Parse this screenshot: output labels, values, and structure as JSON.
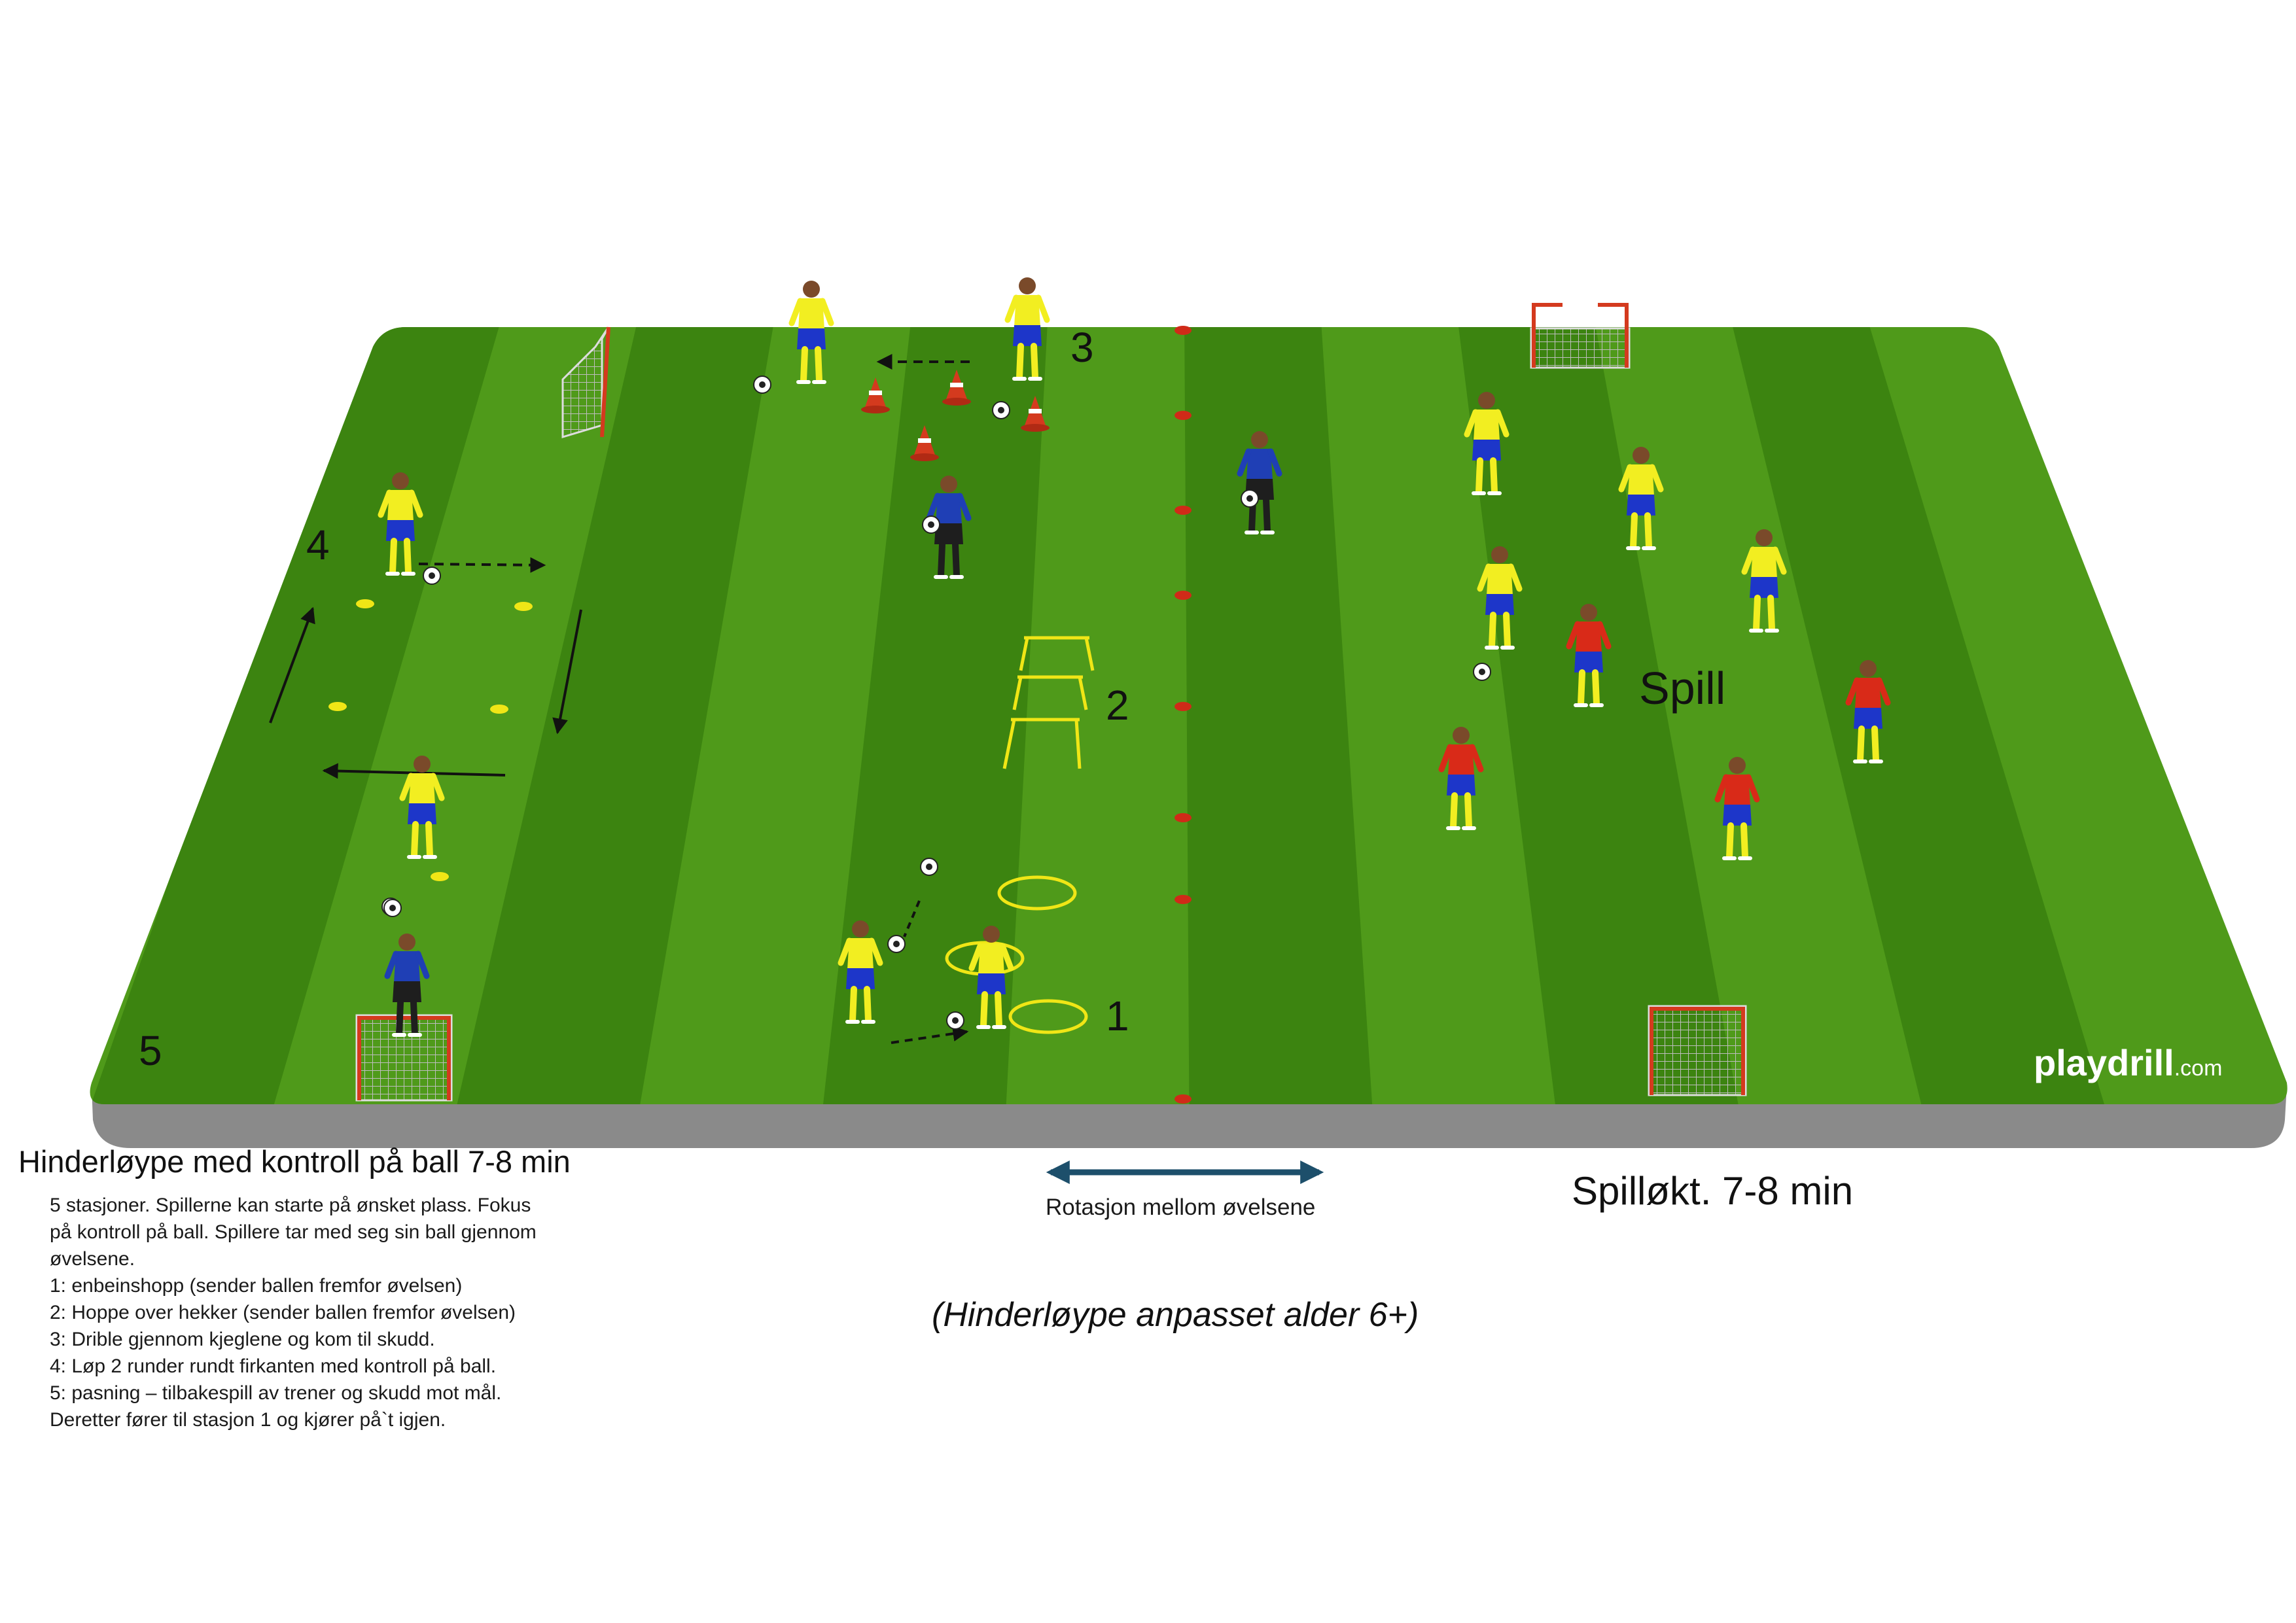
{
  "logo": {
    "brand": "playdrill",
    "suffix": ".com"
  },
  "station_numbers": {
    "s1": "1",
    "s2": "2",
    "s3": "3",
    "s4": "4",
    "s5": "5"
  },
  "game_area_label": "Spill",
  "left_section": {
    "title": "Hinderløype med kontroll på ball 7-8 min",
    "description_lines": [
      "5 stasjoner. Spillerne kan starte på ønsket plass. Fokus",
      "på kontroll på ball. Spillere tar med seg sin ball gjennom",
      "øvelsene.",
      "1: enbeinshopp (sender ballen fremfor øvelsen)",
      "2: Hoppe over hekker (sender ballen fremfor øvelsen)",
      "3: Drible gjennom kjeglene og kom til skudd.",
      "4: Løp 2 runder rundt firkanten med kontroll på ball.",
      "5: pasning – tilbakespill av trener og skudd mot mål.",
      "Deretter fører til stasjon 1 og kjører på`t igjen."
    ]
  },
  "rotation_label": "Rotasjon mellom øvelsene",
  "right_section": {
    "title": "Spilløkt.  7-8 min"
  },
  "age_note": "(Hinderløype anpasset alder 6+)",
  "colors": {
    "pitch_light": "#4f9a1a",
    "pitch_dark": "#3c8410",
    "pitch_base": "#8a8a8a",
    "team_yellow": "#f2ee21",
    "team_blue_shorts": "#1d36c9",
    "team_red": "#d92a18",
    "coach_blue": "#1f3fb5",
    "cone_red": "#d43a1e",
    "marker_yellow": "#f0e616",
    "arrow_teal": "#1d4f6b"
  },
  "icons": [
    "player-icon",
    "coach-icon",
    "ball-icon",
    "cone-icon",
    "goal-icon",
    "hurdle-icon",
    "ring-icon",
    "disc-marker-icon",
    "arrow-icon"
  ]
}
